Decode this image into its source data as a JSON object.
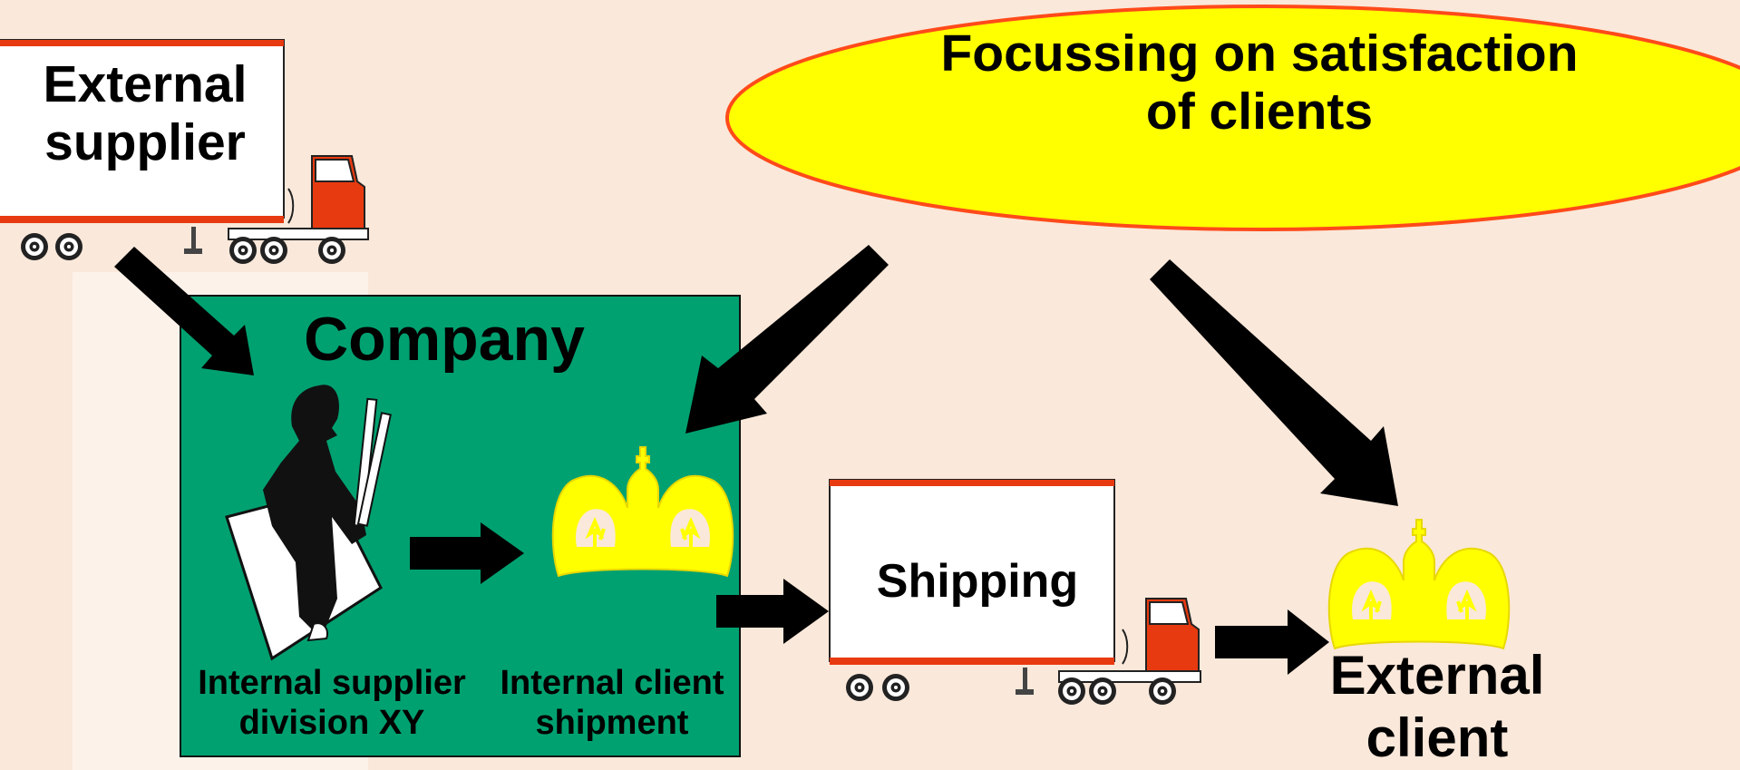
{
  "diagram": {
    "goal_ellipse": {
      "line1": "Focussing on satisfaction",
      "line2": "of clients"
    },
    "external_supplier": {
      "line1": "External",
      "line2": "supplier"
    },
    "company": {
      "title": "Company"
    },
    "internal_supplier": {
      "line1": "Internal supplier",
      "line2": "division XY"
    },
    "internal_client": {
      "line1": "Internal client",
      "line2": "shipment"
    },
    "shipping": {
      "label": "Shipping"
    },
    "external_client": {
      "line1": "External",
      "line2": "client"
    }
  },
  "colors": {
    "background": "#fae8da",
    "company_box": "#00a170",
    "ellipse_fill": "#ffff00",
    "ellipse_border": "#ff4a1a",
    "crown": "#ffff00",
    "truck_cab": "#e83a10",
    "arrow": "#000000"
  },
  "icons": [
    "truck-icon",
    "businessman-icon",
    "crown-icon",
    "arrow-icon"
  ]
}
